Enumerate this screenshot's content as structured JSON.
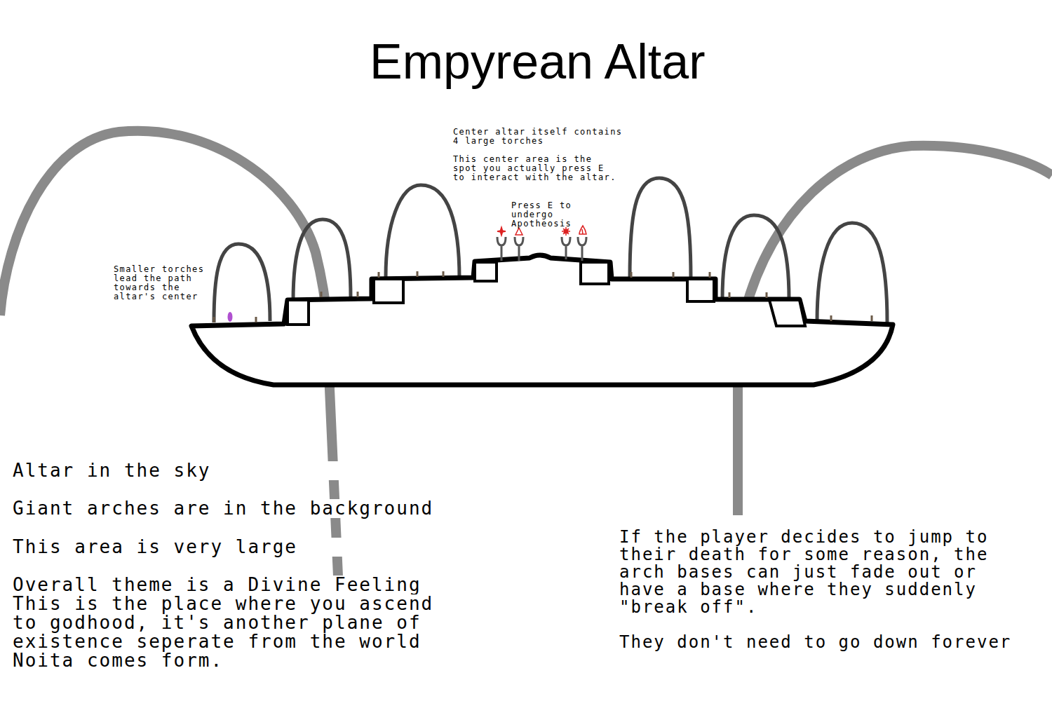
{
  "diagram": {
    "title": "Empyrean Altar",
    "labels": [
      "Center altar itself contains 4 large torches",
      "This center area is the spot you actually press E to interact with the altar.",
      "Press E to undergo Apotheosis",
      "Smaller torches lead the path towards the altar's center",
      "Altar in the sky",
      "Giant arches are in the background",
      "This area is very large",
      "Overall theme is a Divine Feeling",
      "This is the place where you ascend to godhood, it's another plane of existence seperate from the world Noita comes form.",
      "If the player decides to jump to their death for some reason, the arch bases can just fade out or have a base where they suddenly \"break off\".",
      "They don't need to go down forever"
    ]
  }
}
